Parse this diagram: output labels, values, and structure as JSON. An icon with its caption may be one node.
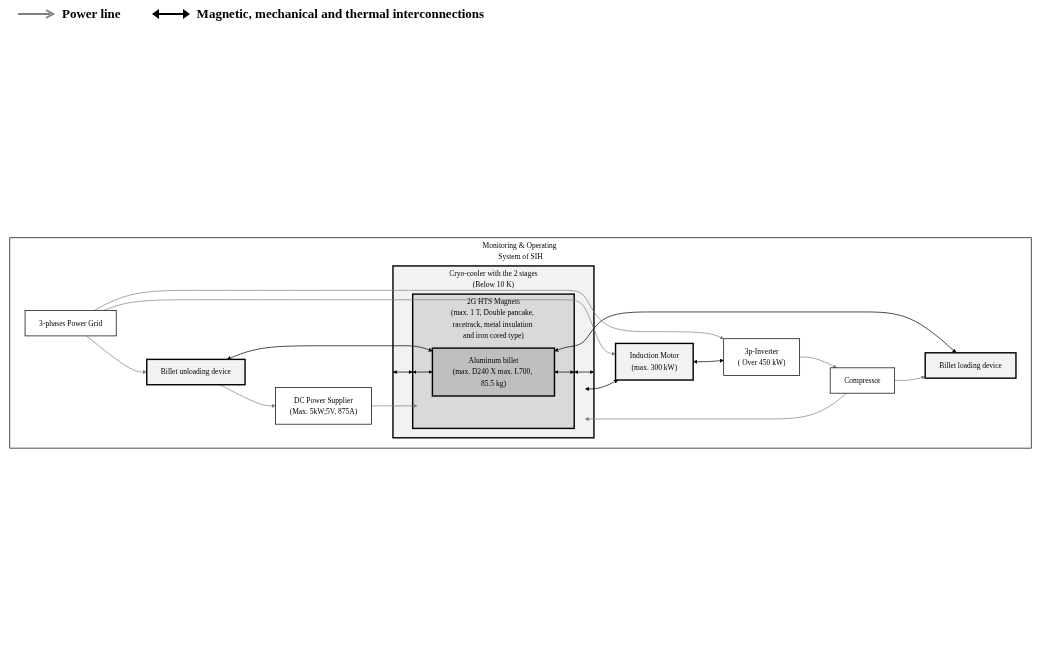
{
  "diagram": {
    "nodes": [
      {
        "text": [
          "Monitoring & Operating System of SIH"
        ]
      },
      {
        "text": [
          "3-phases Power Grid"
        ],
        "in": 0
      },
      {
        "text": [
          "Billet unloading device"
        ],
        "in": 0
      },
      {
        "text": [
          "DC Power Supplier",
          "(Max. 5kW;5V, 875A)"
        ],
        "in": 0
      },
      {
        "text": [
          "Cryo-cooler with the 2 stages",
          "(Below 10 K)"
        ],
        "in": 0
      },
      {
        "text": [
          "2G HTS Magnets",
          "(max. 1 T, Double pancake, racetrack, metal insulation and iron cored type)"
        ],
        "in": 4
      },
      {
        "text": [
          "Aluminum billet",
          "(max. D240 X max. L700, 85.5 kg)"
        ],
        "in": 5
      },
      {
        "text": [
          "Induction Motor",
          "(max. 300 kW)"
        ],
        "in": 0
      },
      {
        "text": [
          "3p-Inverter",
          "( Over 450 kW)"
        ],
        "in": 0
      },
      {
        "text": [
          "Billet loading device"
        ],
        "in": 0
      },
      {
        "text": [
          "Compressor"
        ],
        "in": 0
      }
    ],
    "edges": [
      {
        "from": 1,
        "to": 2,
        "arrow": "to",
        "color": "#808080"
      },
      {
        "from": 1,
        "to": 7,
        "arrow": "to",
        "color": "#808080"
      },
      {
        "from": 1,
        "to": 8,
        "arrow": "to",
        "color": "#808080"
      },
      {
        "from": 2,
        "to": 3,
        "arrow": "to",
        "color": "#808080"
      },
      {
        "from": 3,
        "to": 5,
        "arrow": "to",
        "color": "#808080"
      },
      {
        "from": 2,
        "to": 6,
        "arrow": "both",
        "color": "#000000"
      },
      {
        "from": 4,
        "to": 5,
        "arrow": "both",
        "color": "#000000"
      },
      {
        "from": 5,
        "to": 6,
        "arrow": "both",
        "color": "#000000"
      },
      {
        "from": 6,
        "to": 5,
        "arrow": "both",
        "color": "#000000"
      },
      {
        "from": 5,
        "to": 4,
        "arrow": "both",
        "color": "#000000"
      },
      {
        "from": 4,
        "to": 7,
        "arrow": "both",
        "color": "#000000"
      },
      {
        "from": 7,
        "to": 8,
        "arrow": "both",
        "color": "#000000"
      },
      {
        "from": 6,
        "to": 9,
        "arrow": "both",
        "color": "#000000"
      },
      {
        "from": 8,
        "to": 10,
        "arrow": "to",
        "color": "#808080"
      },
      {
        "from": 10,
        "to": 4,
        "arrow": "to",
        "color": "#808080"
      },
      {
        "from": 10,
        "to": 9,
        "arrow": "to",
        "color": "#808080"
      }
    ],
    "legend": [
      {
        "text": "Power line"
      },
      {
        "text": "Magnetic, mechanical and thermal interconnections"
      }
    ]
  }
}
